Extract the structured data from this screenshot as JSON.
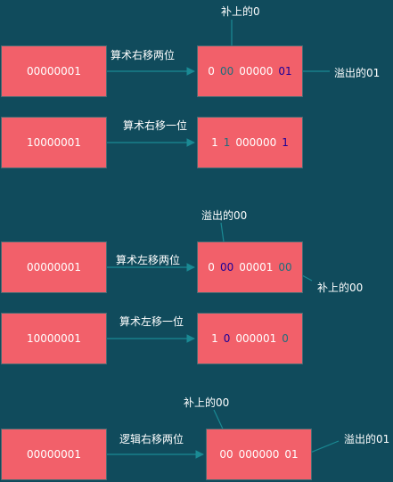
{
  "colors": {
    "background": "#104b5c",
    "box_fill": "#f2606a",
    "text": "#ffffff",
    "arrow": "#1a8a94",
    "blue_digits": "#1a0099",
    "teal_digits": "#1d6e7c"
  },
  "rows": [
    {
      "source": "00000001",
      "operation": "算术右移两位",
      "result": [
        {
          "text": "0",
          "color": "white"
        },
        {
          "text": "00",
          "color": "teal"
        },
        {
          "text": "00000",
          "color": "white"
        },
        {
          "text": "01",
          "color": "blue"
        }
      ],
      "annotations": [
        "补上的0",
        "溢出的01"
      ]
    },
    {
      "source": "10000001",
      "operation": "算术右移一位",
      "result": [
        {
          "text": "1",
          "color": "white"
        },
        {
          "text": "1",
          "color": "teal"
        },
        {
          "text": "000000",
          "color": "white"
        },
        {
          "text": "1",
          "color": "blue"
        }
      ],
      "annotations": []
    },
    {
      "source": "00000001",
      "operation": "算术左移两位",
      "result": [
        {
          "text": "0",
          "color": "white"
        },
        {
          "text": "00",
          "color": "blue"
        },
        {
          "text": "00001",
          "color": "white"
        },
        {
          "text": "00",
          "color": "teal"
        }
      ],
      "annotations": [
        "溢出的00",
        "补上的00"
      ]
    },
    {
      "source": "10000001",
      "operation": "算术左移一位",
      "result": [
        {
          "text": "1",
          "color": "white"
        },
        {
          "text": "0",
          "color": "blue"
        },
        {
          "text": "000001",
          "color": "white"
        },
        {
          "text": "0",
          "color": "teal"
        }
      ],
      "annotations": []
    },
    {
      "source": "00000001",
      "operation": "逻辑右移两位",
      "result": [
        {
          "text": "00",
          "color": "white"
        },
        {
          "text": "000000",
          "color": "white"
        },
        {
          "text": "01",
          "color": "white"
        }
      ],
      "annotations": [
        "补上的00",
        "溢出的01"
      ]
    }
  ]
}
